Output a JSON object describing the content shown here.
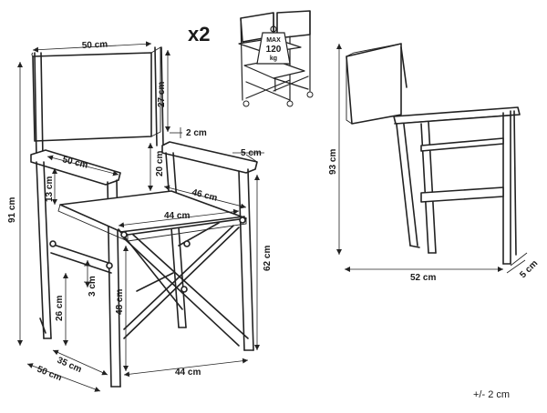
{
  "quantity": "x2",
  "max_load": {
    "line1": "MAX",
    "line2": "120",
    "line3": "kg"
  },
  "front_view": {
    "back_width": "50 cm",
    "back_height": "27 cm",
    "armrest_gap": "2 cm",
    "armrest_width": "5 cm",
    "armrest_length": "50 cm",
    "arm_height_above_seat": "20 cm",
    "seat_depth": "46 cm",
    "arm_to_seat": "13 cm",
    "seat_width": "44 cm",
    "total_height": "91 cm",
    "seat_height": "48 cm",
    "cross_height": "26 cm",
    "leg_thickness": "3 cm",
    "arm_height": "62 cm",
    "base_depth": "35 cm",
    "base_length": "50 cm",
    "base_width": "44 cm"
  },
  "side_view": {
    "height": "93 cm",
    "depth": "52 cm",
    "leg_depth": "5 cm"
  },
  "tolerance": "+/- 2 cm"
}
